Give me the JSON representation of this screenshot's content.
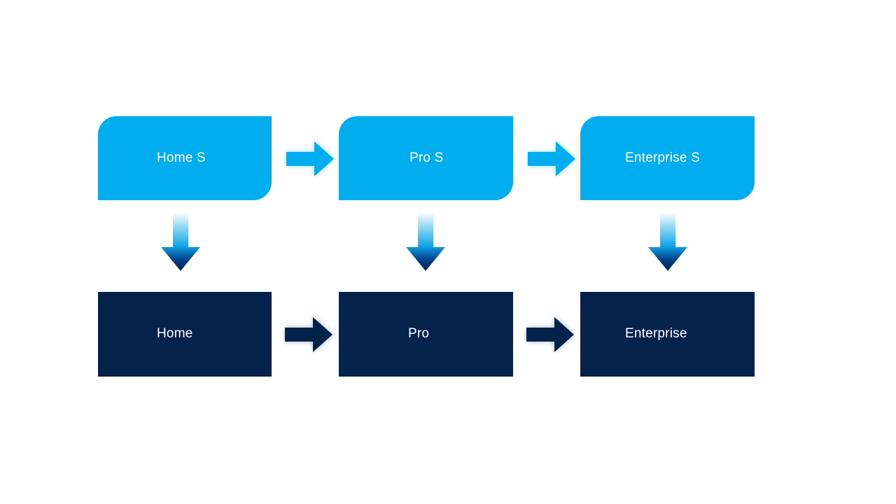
{
  "diagram": {
    "background_color": "#FFFFFF",
    "palette": {
      "service_fill": "#00AEEF",
      "service_arrow": "#00AEEF",
      "service_arrow_glow": "#7FD8F7",
      "product_fill": "#05224C",
      "product_arrow": "#05224C",
      "product_arrow_glow": "#C3CBD8",
      "label_color": "#FFFFFF",
      "vertical_arrow_top": "#FFFFFF",
      "vertical_arrow_mid": "#12A5E8",
      "vertical_arrow_bottom": "#032257"
    },
    "rows": [
      {
        "id": "service-row",
        "kind": "service",
        "nodes": [
          {
            "id": "home-service",
            "label": "Home S"
          },
          {
            "id": "pro-service",
            "label": "Pro S"
          },
          {
            "id": "enterprise-service",
            "label": "Enterprise S"
          }
        ]
      },
      {
        "id": "product-row",
        "kind": "product",
        "nodes": [
          {
            "id": "home-product",
            "label": "Home"
          },
          {
            "id": "pro-product",
            "label": "Pro"
          },
          {
            "id": "enterprise-product",
            "label": "Enterprise"
          }
        ]
      }
    ],
    "connectors": {
      "service_flow": [
        {
          "id": "home-to-pro-service",
          "icon": "arrow-right-icon"
        },
        {
          "id": "pro-to-enterprise-service",
          "icon": "arrow-right-icon"
        }
      ],
      "product_flow": [
        {
          "id": "home-to-pro-product",
          "icon": "arrow-right-icon"
        },
        {
          "id": "pro-to-enterprise-product",
          "icon": "arrow-right-icon"
        }
      ],
      "service_to_product": [
        {
          "id": "home-service-to-product",
          "icon": "arrow-down-icon"
        },
        {
          "id": "pro-service-to-product",
          "icon": "arrow-down-icon"
        },
        {
          "id": "enterprise-service-to-product",
          "icon": "arrow-down-icon"
        }
      ]
    }
  }
}
